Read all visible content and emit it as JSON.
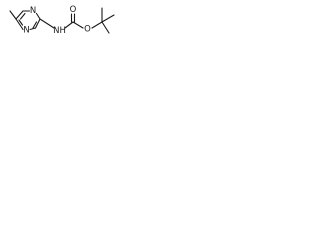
{
  "molecule": {
    "atoms": {
      "n1": "N",
      "n4": "N",
      "nh": "NH",
      "o_carbonyl": "O",
      "o_ester": "O"
    }
  }
}
